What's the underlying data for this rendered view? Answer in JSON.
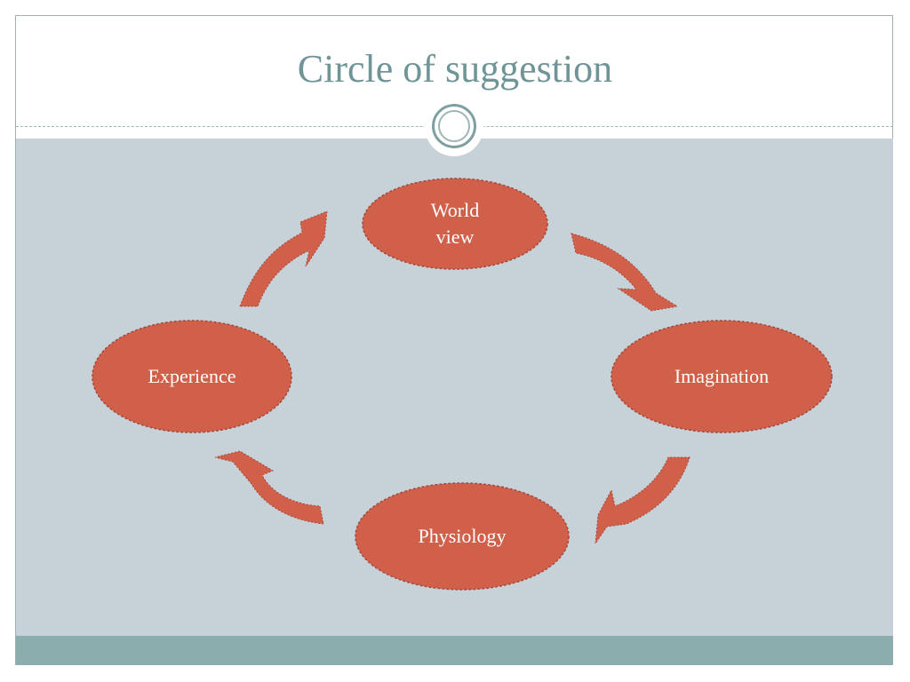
{
  "slide": {
    "title": "Circle of suggestion",
    "colors": {
      "title": "#6f9597",
      "content_band": "#c6d1d8",
      "footer_band": "#8cadae",
      "node_fill": "#d1604a",
      "arrow_fill": "#d1604a"
    }
  },
  "diagram": {
    "type": "cycle",
    "nodes": [
      {
        "id": "world-view",
        "label": "World\nview"
      },
      {
        "id": "imagination",
        "label": "Imagination"
      },
      {
        "id": "physiology",
        "label": "Physiology"
      },
      {
        "id": "experience",
        "label": "Experience"
      }
    ],
    "edges": [
      {
        "from": "world-view",
        "to": "imagination"
      },
      {
        "from": "imagination",
        "to": "physiology"
      },
      {
        "from": "physiology",
        "to": "experience"
      },
      {
        "from": "experience",
        "to": "world-view"
      }
    ]
  }
}
